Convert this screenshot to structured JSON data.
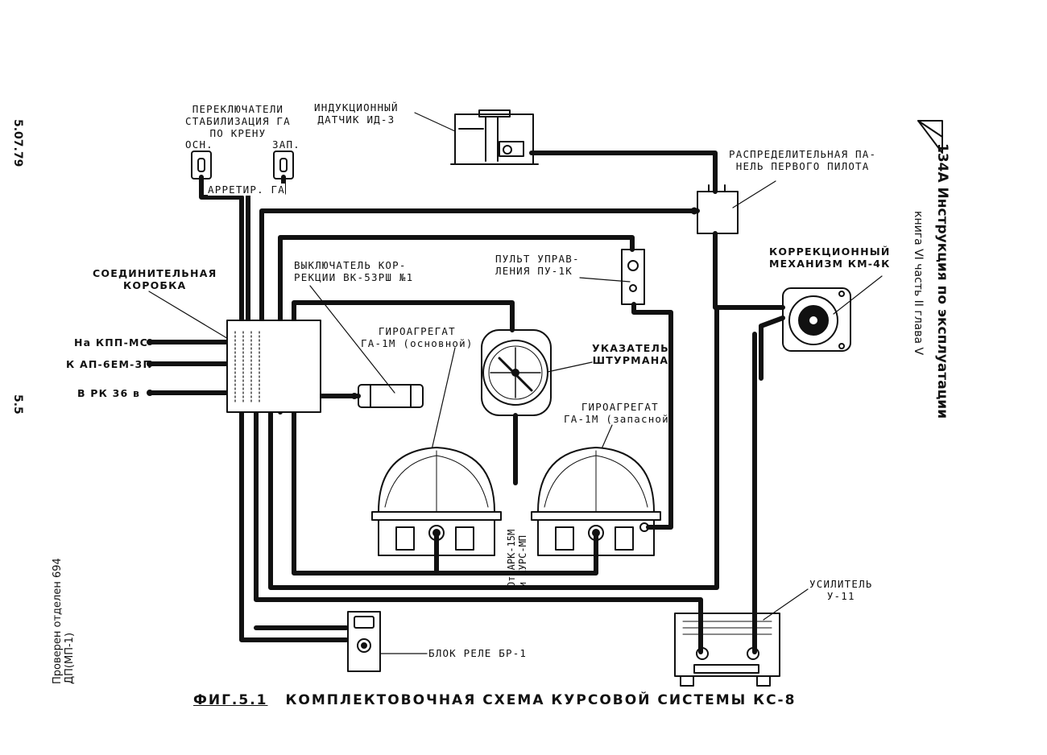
{
  "page": {
    "margin_code": "5.07.79",
    "page_number": "5.5",
    "stamp_text": "Проверен отделен 694 ДП(МП-1)"
  },
  "header": {
    "manual_title": "134А Инструкция по эксплуатации",
    "book_info": "книга VI часть II глава V"
  },
  "figure": {
    "number": "ФИГ.5.1",
    "caption": "КОМПЛЕКТОВОЧНАЯ СХЕМА КУРСОВОЙ СИСТЕМЫ КС-8"
  },
  "components": {
    "stab_switches": {
      "line1": "ПЕРЕКЛЮЧАТЕЛИ",
      "line2": "СТАБИЛИЗАЦИЯ ГА",
      "line3": "ПО КРЕНУ",
      "main": "ОСН.",
      "spare": "ЗАП.",
      "arret": "АРРЕТИР. ГА"
    },
    "induction_sensor": {
      "line1": "ИНДУКЦИОННЫЙ",
      "line2": "ДАТЧИК ИД-3"
    },
    "dist_panel": {
      "line1": "РАСПРЕДЕЛИТЕЛЬНАЯ ПА-",
      "line2": "НЕЛЬ ПЕРВОГО ПИЛОТА"
    },
    "correction_mech": {
      "line1": "КОРРЕКЦИОННЫЙ",
      "line2": "МЕХАНИЗМ КМ-4К"
    },
    "junction_box": {
      "line1": "СОЕДИНИТЕЛЬНАЯ",
      "line2": "КОРОБКА"
    },
    "correction_switch": {
      "line1": "ВЫКЛЮЧАТЕЛЬ КОР-",
      "line2": "РЕКЦИИ ВК-53РШ №1"
    },
    "control_panel": {
      "line1": "ПУЛЬТ УПРАВ-",
      "line2": "ЛЕНИЯ ПУ-1К"
    },
    "gyro_main": {
      "line1": "ГИРОАГРЕГАТ",
      "line2": "ГА-1М (основной)"
    },
    "navigator_indicator": {
      "line1": "УКАЗАТЕЛЬ",
      "line2": "ШТУРМАНА"
    },
    "gyro_spare": {
      "line1": "ГИРОАГРЕГАТ",
      "line2": "ГА-1М (запасной)"
    },
    "ark_input": {
      "line1": "От АРК-15М",
      "line2": "и КУРС-МП"
    },
    "amplifier": {
      "line1": "УСИЛИТЕЛЬ",
      "line2": "У-11"
    },
    "relay_block": {
      "label": "БЛОК РЕЛЕ БР-1"
    },
    "ext_inputs": [
      "На КПП-МС",
      "К АП-6ЕМ-3П",
      "В РК   36 в"
    ]
  }
}
